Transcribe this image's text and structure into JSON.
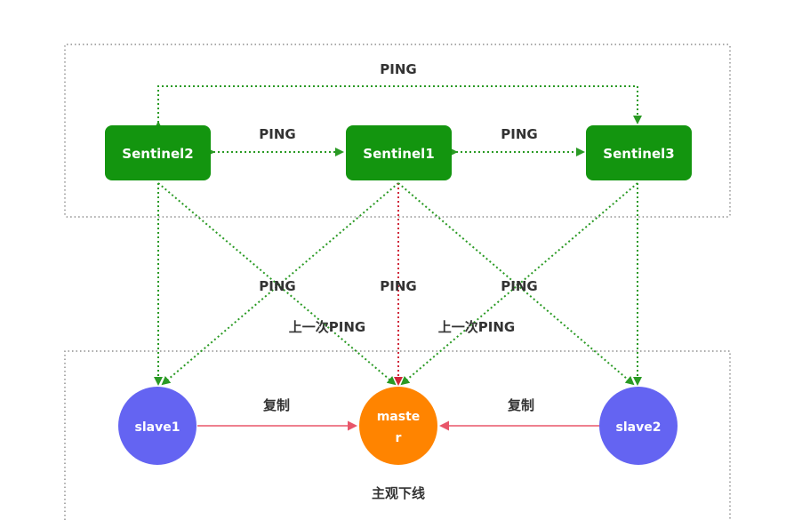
{
  "colors": {
    "sentinel_box": "#13950f",
    "slave_circle": "#6464f2",
    "master_circle": "#ff8400",
    "green_arrow": "#2a9a24",
    "red_arrow": "#d0273a",
    "pink_arrow": "#e8566a",
    "frame": "#777777",
    "label": "#333333"
  },
  "sentinels": [
    {
      "label": "Sentinel2"
    },
    {
      "label": "Sentinel1"
    },
    {
      "label": "Sentinel3"
    }
  ],
  "servers": {
    "slave1": "slave1",
    "master_line1": "maste",
    "master_line2": "r",
    "slave2": "slave2"
  },
  "labels": {
    "ping_top": "PING",
    "ping_left": "PING",
    "ping_right": "PING",
    "ping_mid_left": "PING",
    "ping_mid_center": "PING",
    "ping_mid_right": "PING",
    "last_ping_left": "上一次PING",
    "last_ping_right": "上一次PING",
    "replicate_left": "复制",
    "replicate_right": "复制",
    "subjective_down": "主观下线"
  }
}
